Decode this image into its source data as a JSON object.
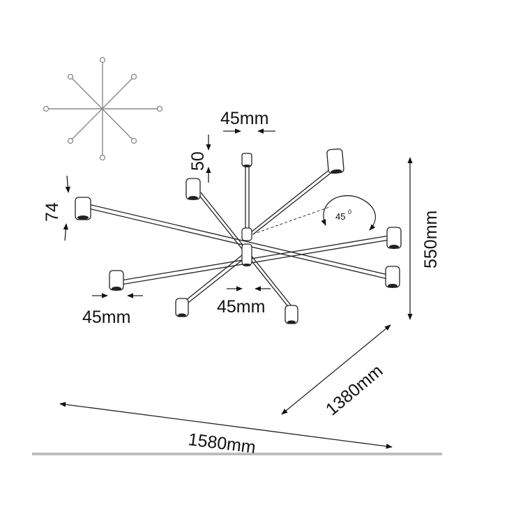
{
  "dimensions": {
    "spot_width_top": "45mm",
    "spot_height": "50",
    "side_spot_height": "74",
    "angle": "45",
    "angle_sup": "0",
    "overall_height": "550mm",
    "spot_width_bottom_left": "45mm",
    "spot_width_bottom_center": "45mm",
    "depth": "1380mm",
    "width": "1580mm"
  }
}
